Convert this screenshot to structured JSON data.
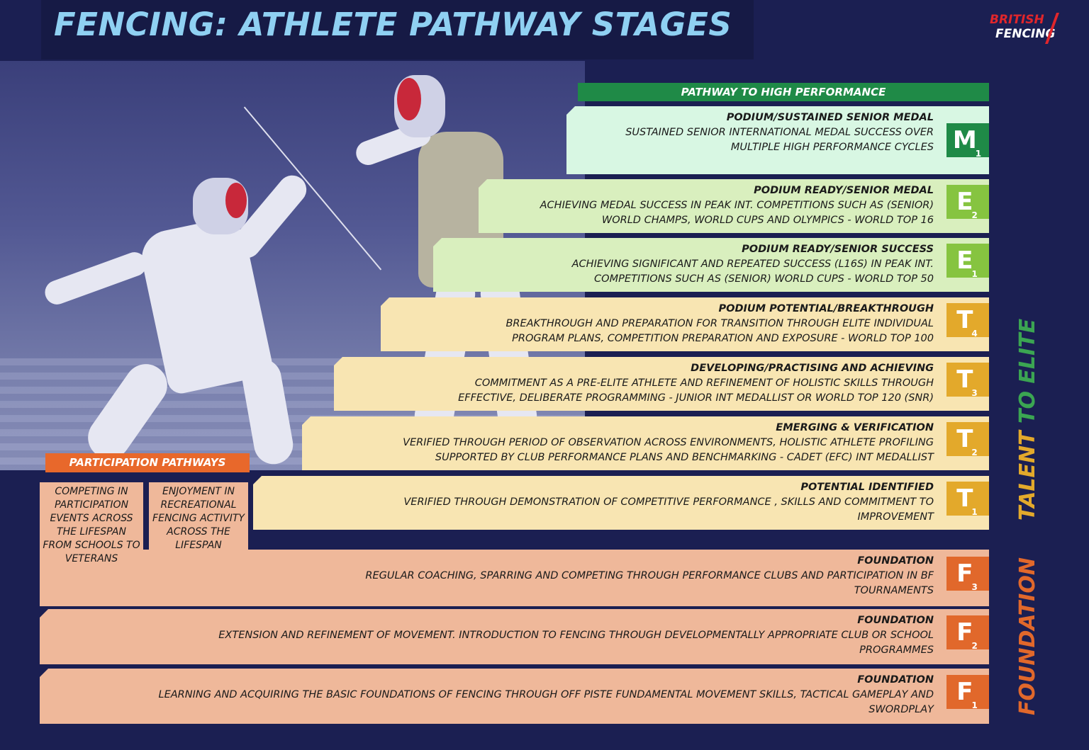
{
  "title": "FENCING: ATHLETE PATHWAY STAGES",
  "logo": {
    "line1": "BRITISH",
    "line2": "FENCING"
  },
  "colors": {
    "title": "#8fd0f2",
    "pathway_header": "#1f8a47",
    "participation_header": "#e8682b",
    "m_stage": "#d8f7e3",
    "e_stage": "#d9efbe",
    "t_stage": "#f8e5b2",
    "f_stage": "#efb89a",
    "m_badge": "#1f8a47",
    "e_badge": "#86c440",
    "t_badge": "#e3a92b",
    "f_badge": "#e1682b",
    "talent_label": "#e3a92b",
    "elite_label": "#3ba552",
    "foundation_label": "#e1682b"
  },
  "pathway_header": "PATHWAY TO HIGH PERFORMANCE",
  "stages": [
    {
      "code": "M",
      "sub": "1",
      "name": "PODIUM/SUSTAINED SENIOR MEDAL",
      "line1": "SUSTAINED SENIOR INTERNATIONAL MEDAL SUCCESS OVER",
      "line2": "MULTIPLE HIGH PERFORMANCE CYCLES"
    },
    {
      "code": "E",
      "sub": "2",
      "name": "PODIUM READY/SENIOR MEDAL",
      "line1": "ACHIEVING MEDAL SUCCESS IN PEAK INT. COMPETITIONS SUCH AS (SENIOR)",
      "line2": "WORLD CHAMPS, WORLD CUPS AND OLYMPICS - WORLD TOP 16"
    },
    {
      "code": "E",
      "sub": "1",
      "name": "PODIUM READY/SENIOR SUCCESS",
      "line1": "ACHIEVING SIGNIFICANT AND REPEATED SUCCESS (L16s) IN PEAK INT.",
      "line2": "COMPETITIONS SUCH AS (SENIOR) WORLD CUPS - WORLD TOP 50"
    },
    {
      "code": "T",
      "sub": "4",
      "name": "PODIUM POTENTIAL/BREAKTHROUGH",
      "line1": "BREAKTHROUGH AND PREPARATION FOR TRANSITION THROUGH ELITE INDIVIDUAL",
      "line2": "PROGRAM PLANS, COMPETITION PREPARATION AND EXPOSURE - WORLD TOP 100"
    },
    {
      "code": "T",
      "sub": "3",
      "name": "DEVELOPING/PRACTISING AND ACHIEVING",
      "line1": "COMMITMENT AS A PRE-ELITE ATHLETE AND REFINEMENT OF HOLISTIC SKILLS THROUGH",
      "line2": "EFFECTIVE, DELIBERATE PROGRAMMING - JUNIOR INT MEDALLIST OR WORLD TOP 120 (SNR)"
    },
    {
      "code": "T",
      "sub": "2",
      "name": "EMERGING & VERIFICATION",
      "line1": "VERIFIED THROUGH PERIOD OF OBSERVATION ACROSS ENVIRONMENTS, HOLISTIC ATHLETE PROFILING",
      "line2": "SUPPORTED BY CLUB PERFORMANCE PLANS AND BENCHMARKING - CADET (EFC) INT MEDALLIST"
    },
    {
      "code": "T",
      "sub": "1",
      "name": "POTENTIAL IDENTIFIED",
      "line1": "VERIFIED THROUGH DEMONSTRATION OF COMPETITIVE PERFORMANCE , SKILLS AND COMMITMENT TO",
      "line2": "IMPROVEMENT"
    },
    {
      "code": "F",
      "sub": "3",
      "name": "FOUNDATION",
      "line1": "REGULAR COACHING, SPARRING AND COMPETING THROUGH PERFORMANCE CLUBS AND PARTICIPATION IN BF",
      "line2": "TOURNAMENTS"
    },
    {
      "code": "F",
      "sub": "2",
      "name": "FOUNDATION",
      "line1": "EXTENSION AND REFINEMENT OF MOVEMENT. INTRODUCTION TO FENCING THROUGH DEVELOPMENTALLY APPROPRIATE CLUB OR SCHOOL",
      "line2": "PROGRAMMES"
    },
    {
      "code": "F",
      "sub": "1",
      "name": "FOUNDATION",
      "line1": "LEARNING AND ACQUIRING THE BASIC FOUNDATIONS OF FENCING THROUGH OFF PISTE FUNDAMENTAL MOVEMENT SKILLS, TACTICAL GAMEPLAY AND",
      "line2": "SWORDPLAY"
    }
  ],
  "participation": {
    "header": "PARTICIPATION PATHWAYS",
    "box1": "COMPETING IN PARTICIPATION EVENTS ACROSS THE LIFESPAN FROM SCHOOLS TO VETERANS",
    "box2": "ENJOYMENT IN RECREATIONAL FENCING ACTIVITY ACROSS THE LIFESPAN"
  },
  "side_labels": {
    "talent": "TALENT",
    "to_elite": "TO ELITE",
    "foundation": "FOUNDATION"
  }
}
